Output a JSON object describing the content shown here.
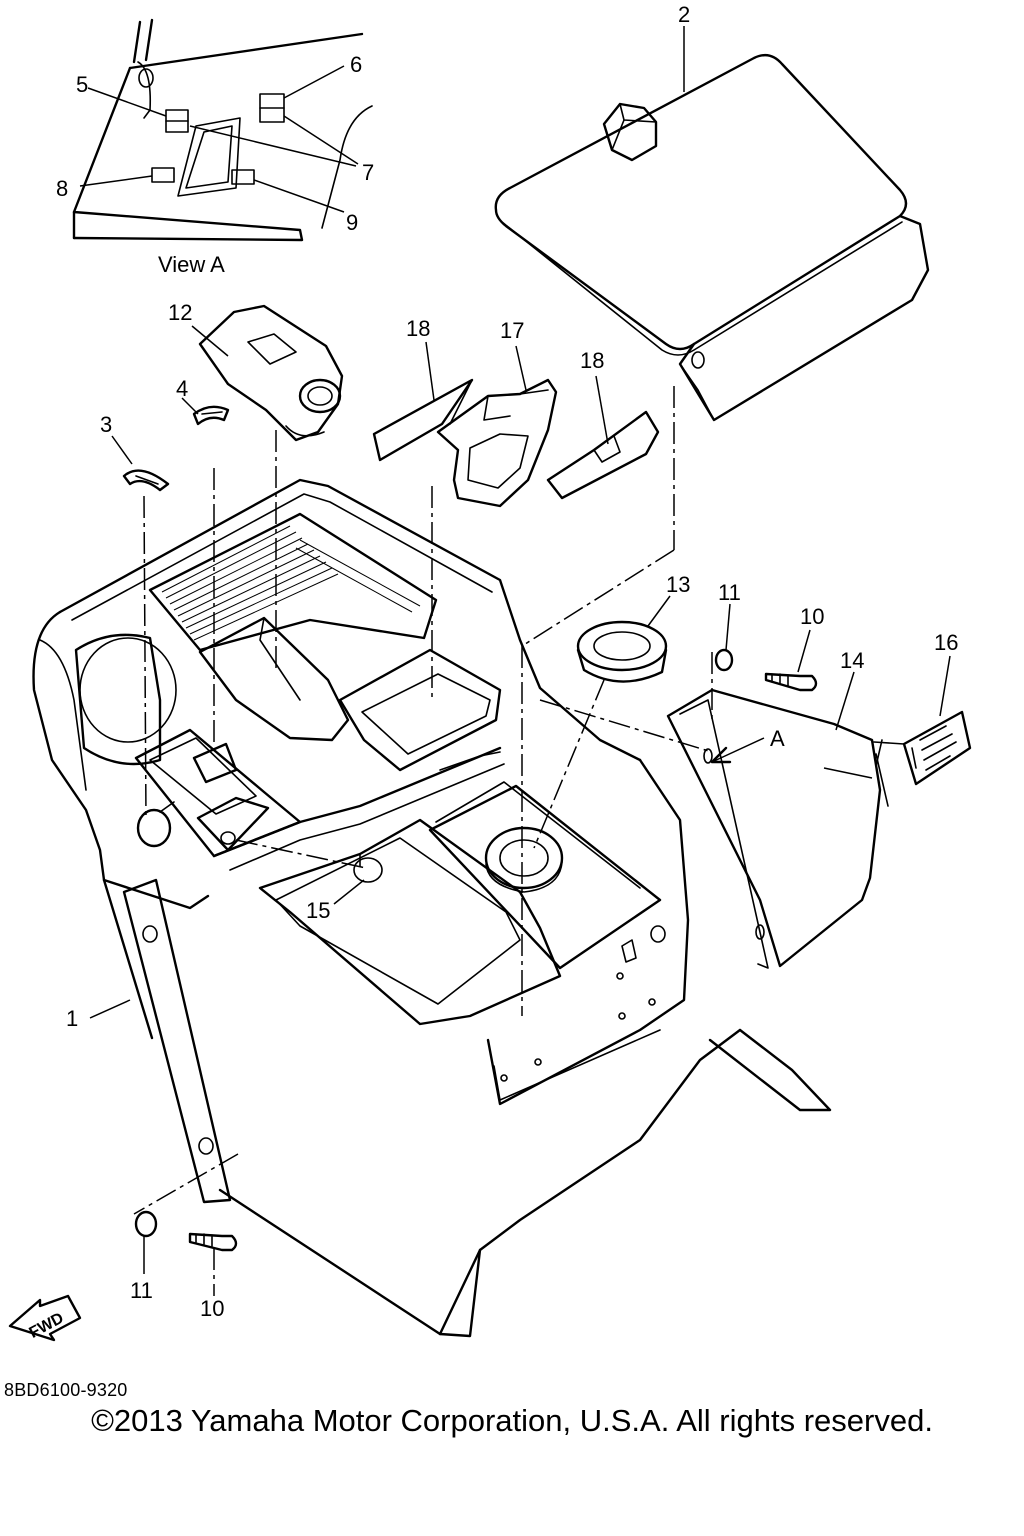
{
  "callouts": {
    "c1": "1",
    "c2": "2",
    "c3": "3",
    "c4": "4",
    "c5": "5",
    "c6": "6",
    "c7": "7",
    "c8": "8",
    "c9": "9",
    "c10a": "10",
    "c10b": "10",
    "c11a": "11",
    "c11b": "11",
    "c12": "12",
    "c13": "13",
    "c14": "14",
    "c15": "15",
    "c16": "16",
    "c17": "17",
    "c18a": "18",
    "c18b": "18"
  },
  "view_label": "View A",
  "view_marker": "A",
  "fwd_label": "FWD",
  "diagram_code": "8BD6100-9320",
  "copyright": "©2013 Yamaha Motor Corporation, U.S.A. All rights reserved."
}
